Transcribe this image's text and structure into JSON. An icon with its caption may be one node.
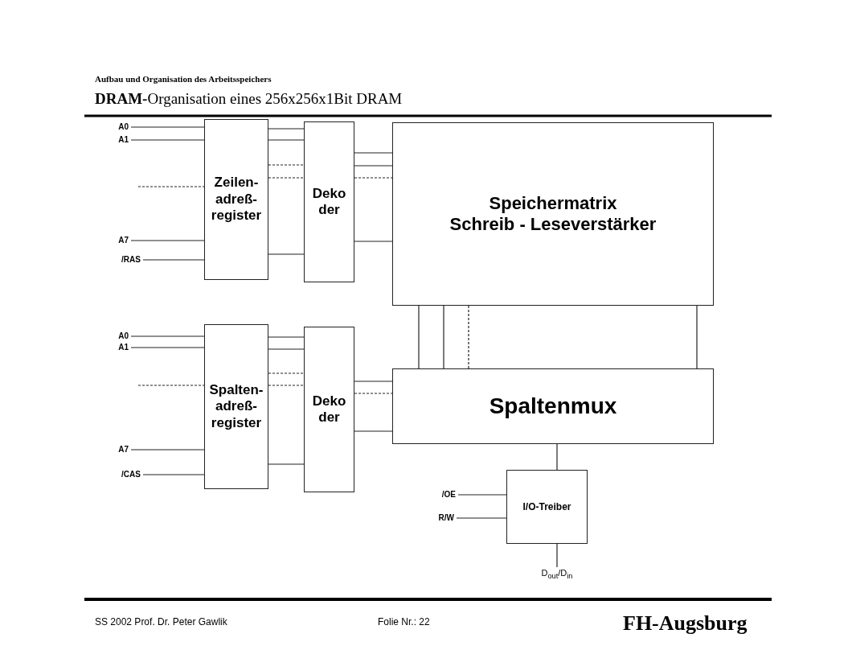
{
  "diagram": {
    "title": "**DRAM-**Organisation eines 256x256x1Bit DRAM",
    "nodes": [
      {
        "text": [
          "Zeilen- adreß- register"
        ]
      },
      {
        "text": [
          "Deko der"
        ]
      },
      {
        "text": [
          "Speichermatrix",
          "Schreib - Leseverstärker"
        ]
      },
      {
        "text": [
          "Spalten- adreß- register"
        ]
      },
      {
        "text": [
          "Deko der"
        ]
      },
      {
        "text": [
          "Spaltenmux"
        ]
      },
      {
        "text": [
          "I/O-Treiber"
        ]
      },
      {
        "text": [
          "A0"
        ]
      },
      {
        "text": [
          "A1"
        ]
      },
      {
        "text": [
          "A7"
        ]
      },
      {
        "text": [
          "/RAS"
        ]
      },
      {
        "text": [
          "A0"
        ]
      },
      {
        "text": [
          "A1"
        ]
      },
      {
        "text": [
          "A7"
        ]
      },
      {
        "text": [
          "/CAS"
        ]
      },
      {
        "text": [
          "/OE"
        ]
      },
      {
        "text": [
          "R/W"
        ]
      },
      {
        "text": [
          "D$_{out}$/D$_{in}$"
        ]
      }
    ],
    "edges": [
      {
        "from": 7,
        "to": 0,
        "arrow": "none"
      },
      {
        "from": 8,
        "to": 0,
        "arrow": "none"
      },
      {
        "from": null,
        "to": 0,
        "arrow": "none",
        "style": "dashed"
      },
      {
        "from": 9,
        "to": 0,
        "arrow": "none"
      },
      {
        "from": 10,
        "to": 0,
        "arrow": "none"
      },
      {
        "from": 0,
        "to": 1,
        "arrow": "none"
      },
      {
        "from": 0,
        "to": 1,
        "arrow": "none"
      },
      {
        "from": 0,
        "to": 1,
        "arrow": "none",
        "style": "dashed"
      },
      {
        "from": 0,
        "to": 1,
        "arrow": "none",
        "style": "dashed"
      },
      {
        "from": 0,
        "to": 1,
        "arrow": "none"
      },
      {
        "from": 1,
        "to": 2,
        "arrow": "none"
      },
      {
        "from": 1,
        "to": 2,
        "arrow": "none"
      },
      {
        "from": 1,
        "to": 2,
        "arrow": "none",
        "style": "dashed"
      },
      {
        "from": 1,
        "to": 2,
        "arrow": "none"
      },
      {
        "from": 2,
        "to": 5,
        "arrow": "none"
      },
      {
        "from": 2,
        "to": 5,
        "arrow": "none"
      },
      {
        "from": 2,
        "to": 5,
        "arrow": "none",
        "style": "dashed"
      },
      {
        "from": 2,
        "to": 5,
        "arrow": "none"
      },
      {
        "from": 11,
        "to": 3,
        "arrow": "none"
      },
      {
        "from": 12,
        "to": 3,
        "arrow": "none"
      },
      {
        "from": null,
        "to": 3,
        "arrow": "none",
        "style": "dashed"
      },
      {
        "from": 13,
        "to": 3,
        "arrow": "none"
      },
      {
        "from": 14,
        "to": 3,
        "arrow": "none"
      },
      {
        "from": 3,
        "to": 4,
        "arrow": "none"
      },
      {
        "from": 3,
        "to": 4,
        "arrow": "none"
      },
      {
        "from": 3,
        "to": 4,
        "arrow": "none",
        "style": "dashed"
      },
      {
        "from": 3,
        "to": 4,
        "arrow": "none",
        "style": "dashed"
      },
      {
        "from": 3,
        "to": 4,
        "arrow": "none"
      },
      {
        "from": 4,
        "to": 5,
        "arrow": "none"
      },
      {
        "from": 4,
        "to": 5,
        "arrow": "none",
        "style": "dashed"
      },
      {
        "from": 4,
        "to": 5,
        "arrow": "none"
      },
      {
        "from": 5,
        "to": 6,
        "arrow": "none"
      },
      {
        "from": 15,
        "to": 6,
        "arrow": "none"
      },
      {
        "from": 16,
        "to": 6,
        "arrow": "none"
      },
      {
        "from": 6,
        "to": 17,
        "arrow": "none"
      }
    ],
    "labels": [
      "Aufbau und Organisation des Arbeitsspeichers",
      "SS 2002 Prof. Dr. Peter Gawlik",
      "Folie Nr.: 22",
      "FH-Augsburg"
    ]
  }
}
